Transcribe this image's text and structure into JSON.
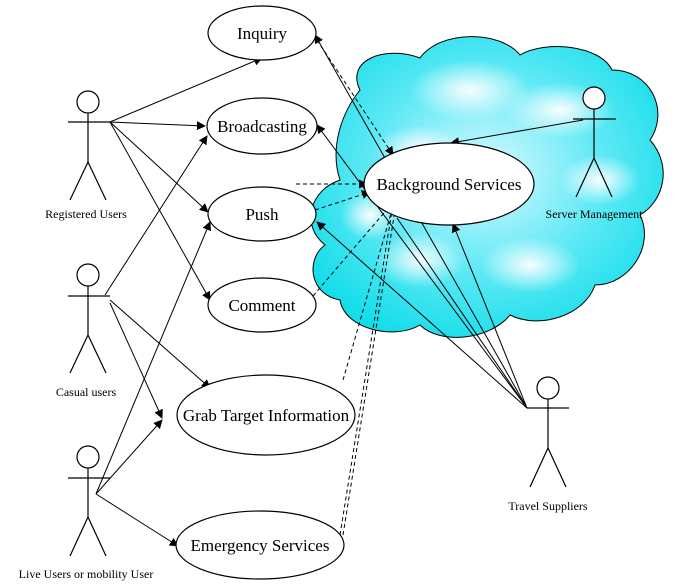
{
  "diagram": {
    "use_cases": {
      "inquiry": "Inquiry",
      "broadcasting": "Broadcasting",
      "push": "Push",
      "comment": "Comment",
      "grab_target_information": "Grab Target Information",
      "emergency_services": "Emergency Services",
      "background_services": "Background Services"
    },
    "actors": {
      "registered_users": "Registered Users",
      "casual_users": "Casual users",
      "live_users": "Live Users or mobility User",
      "server_management": "Server Management",
      "travel_suppliers": "Travel Suppliers"
    },
    "colors": {
      "cloud_fill": "#33e6f0",
      "cloud_highlight": "#e8fbff",
      "cloud_stroke": "#000000",
      "line": "#000000"
    }
  }
}
